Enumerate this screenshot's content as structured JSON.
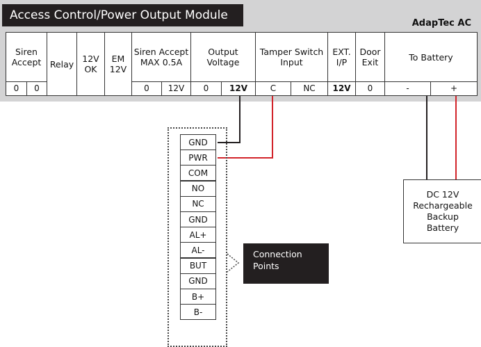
{
  "header": {
    "title": "Access Control/Power Output Module",
    "brand": "AdapTec AC"
  },
  "terminals": {
    "groups": {
      "siren_accept": "Siren Accept",
      "relay": "Relay",
      "ok_12v": "12V OK",
      "em_12v": "EM 12V",
      "siren_accept_max": "Siren Accept MAX 0.5A",
      "output_voltage": "Output Voltage",
      "tamper_input": "Tamper Switch Input",
      "ext_ip": "EXT. I/P",
      "door_exit": "Door Exit",
      "to_battery": "To Battery"
    },
    "values": {
      "siren_a": "0",
      "siren_b": "0",
      "siren_max_0": "0",
      "siren_max_12v": "12V",
      "out_0": "0",
      "out_12v": "12V",
      "tamper_c": "C",
      "tamper_nc": "NC",
      "ext_12v": "12V",
      "door_0": "0",
      "batt_neg": "-",
      "batt_pos": "+"
    }
  },
  "connection_points": [
    "GND",
    "PWR",
    "COM",
    "NO",
    "NC",
    "GND",
    "AL+",
    "AL-",
    "BUT",
    "GND",
    "B+",
    "B-"
  ],
  "callout": "Connection Points",
  "battery": {
    "line1": "DC 12V",
    "line2": "Rechargeable",
    "line3": "Backup",
    "line4": "Battery"
  },
  "colors": {
    "wire_red": "#d2232a",
    "wire_black": "#231f20",
    "module_bg": "#d3d3d4",
    "label_bg": "#231f20"
  }
}
